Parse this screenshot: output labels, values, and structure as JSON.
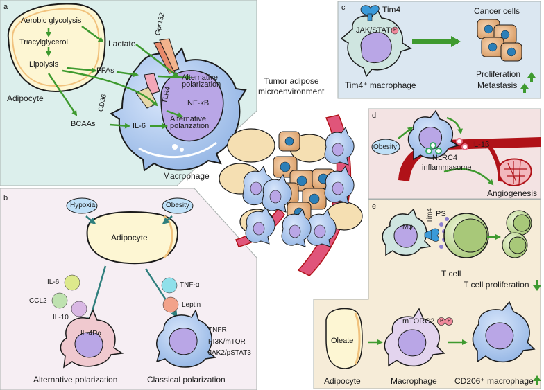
{
  "panel_a": {
    "letter": "a",
    "aerobic": "Aerobic glycolysis",
    "triacylglycerol": "Triacylglycerol",
    "lipolysis": "Lipolysis",
    "adipocyte": "Adipocyte",
    "lactate": "Lactate",
    "gpr132": "Gpr132",
    "ffas": "FFAs",
    "alt_pol_1": "Alternative polarization",
    "cd36": "CD36",
    "tlr4": "TLR4",
    "nfkb": "NF-κB",
    "bcaas": "BCAAs",
    "il6": "IL-6",
    "alt_pol_2": "Alternative polarization",
    "macrophage": "Macrophage"
  },
  "panel_b": {
    "letter": "b",
    "hypoxia": "Hypoxia",
    "obesity": "Obesity",
    "adipocyte": "Adipocyte",
    "il6": "IL-6",
    "ccl2": "CCL2",
    "il10": "IL-10",
    "il4ra": "IL-4Rα",
    "tnfa": "TNF-α",
    "leptin": "Leptin",
    "tnfr": "TNFR",
    "pi3k": "PI3K/mTOR",
    "jak2": "JAK2/pSTAT3",
    "alt_pol": "Alternative polarization",
    "cls_pol": "Classical polarization"
  },
  "center": {
    "title_l1": "Tumor adipose",
    "title_l2": "microenvironment"
  },
  "panel_c": {
    "letter": "c",
    "tim4": "Tim4",
    "jakstat": "JAK/STAT",
    "p": "P",
    "tim4_mac": "Tim4⁺ macrophage",
    "cancer": "Cancer cells",
    "prolif": "Proliferation",
    "metast": "Metastasis"
  },
  "panel_d": {
    "letter": "d",
    "obesity": "Obesity",
    "il1b": "IL-1β",
    "nlrc4_l1": "NLRC4",
    "nlrc4_l2": "inflammasome",
    "angio": "Angiogenesis"
  },
  "panel_e": {
    "letter": "e",
    "tim4": "Tim4",
    "ps": "PS",
    "mphi": "Mφ",
    "tcell": "T cell",
    "tprolif": "T cell proliferation",
    "oleate": "Oleate",
    "mtorc2": "mTORC2",
    "p1": "P",
    "p2": "P",
    "adipocyte": "Adipocyte",
    "macrophage": "Macrophage",
    "cd206": "CD206⁺ macrophage"
  },
  "colors": {
    "panel_a_bg": "#dcefec",
    "panel_b_bg": "#f6eef3",
    "panel_c_bg": "#dbe7f1",
    "panel_d_bg": "#f3e3e3",
    "panel_e_bg": "#f6ecd8",
    "adipocyte_fill": "#fdf6d3",
    "adipocyte_edge": "#f1c27d",
    "macrophage": "#a9c6ee",
    "nucleus": "#b9a6e6",
    "arrow_green": "#3e9a2f",
    "arrow_teal": "#2f7f7d",
    "vessel": "#b01218",
    "bubble": "#bfe0f7"
  }
}
